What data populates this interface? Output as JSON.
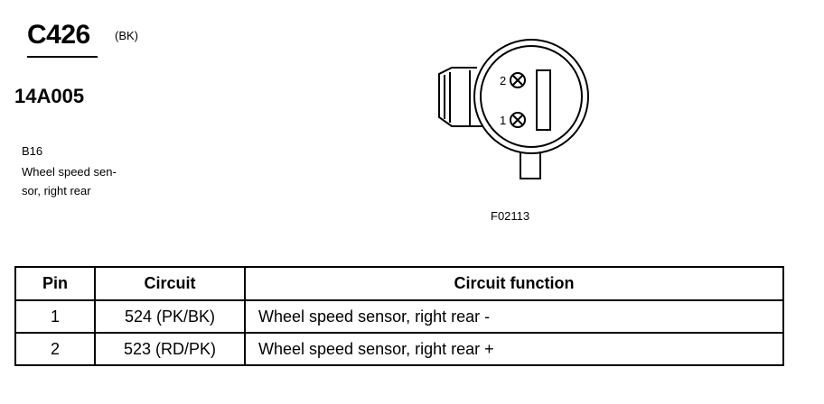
{
  "connector": {
    "id": "C426",
    "color": "(BK)",
    "part_number": "14A005",
    "component_code": "B16",
    "component_desc": "Wheel speed sen-\nsor, right rear"
  },
  "diagram": {
    "figure_code": "F02113",
    "pin_labels": [
      "2",
      "1"
    ]
  },
  "table": {
    "headers": [
      "Pin",
      "Circuit",
      "Circuit function"
    ],
    "rows": [
      {
        "pin": "1",
        "circuit": "524 (PK/BK)",
        "function": "Wheel speed sensor, right rear -"
      },
      {
        "pin": "2",
        "circuit": "523 (RD/PK)",
        "function": "Wheel speed sensor, right rear +"
      }
    ]
  }
}
